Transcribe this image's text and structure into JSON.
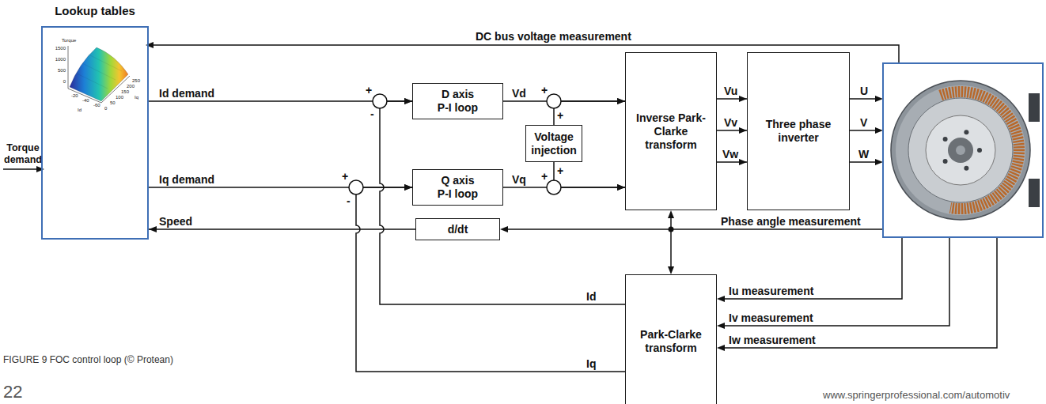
{
  "diagram": {
    "caption": "FIGURE 9 FOC control loop (© Protean)",
    "nodes": [
      {
        "text": [
          "Lookup tables"
        ]
      },
      {
        "text": [
          "D axis P-I loop"
        ]
      },
      {
        "text": [
          "Voltage injection"
        ]
      },
      {
        "text": [
          "Q axis P-I loop"
        ]
      },
      {
        "text": [
          "Inverse Park-Clarke transform"
        ]
      },
      {
        "text": [
          "Three phase inverter"
        ]
      },
      {
        "text": [
          "d/dt"
        ]
      },
      {
        "text": [
          "Park-Clarke transform"
        ]
      }
    ],
    "edges": [
      {
        "from": 0,
        "to": 1,
        "arrow": "to",
        "label": "Id demand"
      },
      {
        "from": 0,
        "to": 3,
        "arrow": "to",
        "label": "Iq demand"
      },
      {
        "from": 1,
        "to": 4,
        "arrow": "to",
        "label": "Vd"
      },
      {
        "from": 2,
        "to": 4,
        "arrow": "to"
      },
      {
        "from": 3,
        "to": 4,
        "arrow": "to",
        "label": "Vq"
      },
      {
        "from": 4,
        "to": 5,
        "arrow": "to",
        "label": "Vu"
      },
      {
        "from": 4,
        "to": 5,
        "arrow": "to",
        "label": "Vv"
      },
      {
        "from": 4,
        "to": 5,
        "arrow": "to",
        "label": "Vw"
      },
      {
        "from": 7,
        "to": 1,
        "arrow": "to",
        "label": "Id"
      },
      {
        "from": 7,
        "to": 3,
        "arrow": "to",
        "label": "Iq"
      },
      {
        "from": 6,
        "to": 0,
        "arrow": "to",
        "label": "Speed"
      }
    ],
    "labels": [
      "Torque",
      "1500",
      "1000",
      "500",
      "0",
      "-20",
      "-40",
      "-60",
      "Id",
      "0",
      "50",
      "100",
      "150",
      "200",
      "250",
      "Iq",
      "Torque demand",
      "DC bus voltage measurement",
      "+",
      "-",
      "+",
      "+",
      "U",
      "V",
      "W",
      "+",
      "-",
      "+",
      "+",
      "Phase angle measurement",
      "Iu measurement",
      "Iv measurement",
      "Iw measurement",
      "22",
      "www.springerprofessional.com/automotiv"
    ]
  }
}
